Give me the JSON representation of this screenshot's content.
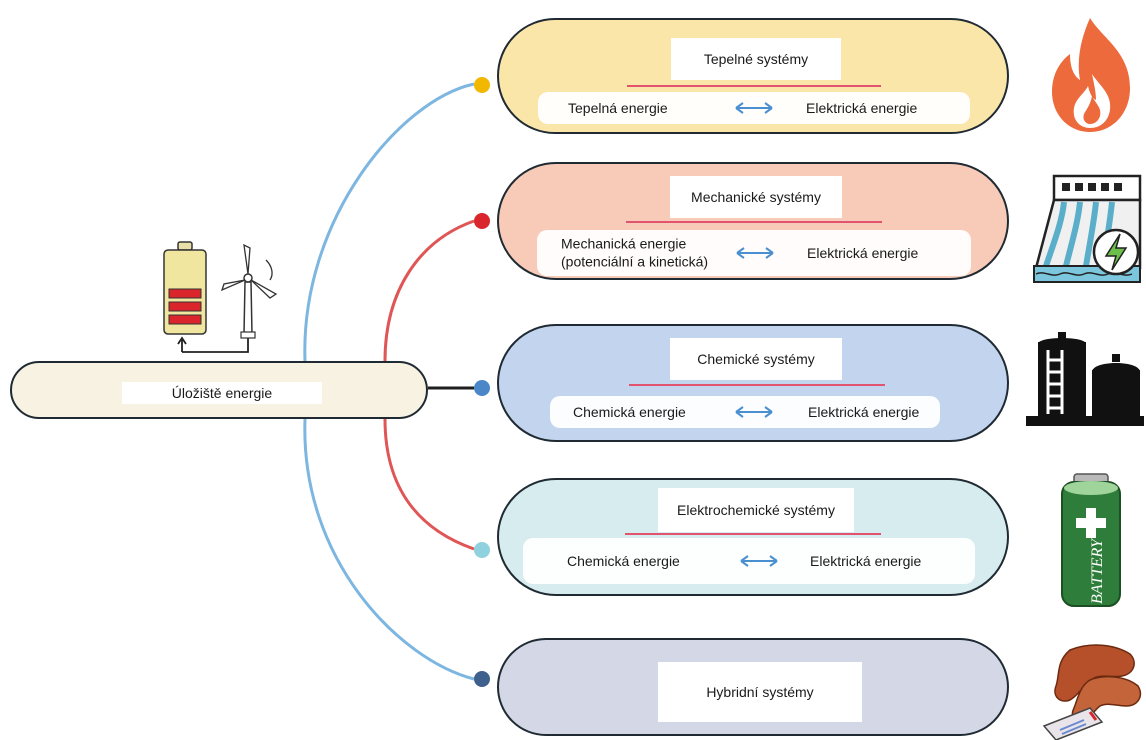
{
  "root": {
    "label": "Úložiště energie"
  },
  "systems": [
    {
      "title": "Tepelné systémy",
      "fill": "#fbe6aa",
      "dot_color": "#f2b800",
      "connector_color": "#7db6e0",
      "row": {
        "left": "Tepelná energie",
        "right": "Elektrická energie"
      },
      "icon": "flame-icon"
    },
    {
      "title": "Mechanické systémy",
      "fill": "#f8cbb8",
      "dot_color": "#d9252b",
      "connector_color": "#e05555",
      "row": {
        "left": "Mechanická energie\n(potenciální a kinetická)",
        "right": "Elektrická energie"
      },
      "icon": "hydro-dam-icon"
    },
    {
      "title": "Chemické systémy",
      "fill": "#c3d4ef",
      "dot_color": "#4a86c8",
      "connector_color": "#1f1f1f",
      "row": {
        "left": "Chemická energie",
        "right": "Elektrická energie"
      },
      "icon": "storage-tanks-icon"
    },
    {
      "title": "Elektrochemické systémy",
      "fill": "#d7ecee",
      "dot_color": "#8fd1de",
      "connector_color": "#e05555",
      "row": {
        "left": "Chemická energie",
        "right": "Elektrická energie"
      },
      "icon": "battery-icon"
    },
    {
      "title": "Hybridní systémy",
      "fill": "#d3d7e6",
      "dot_color": "#3f5f8c",
      "connector_color": "#7db6e0",
      "icon": "hybrid-hands-icon"
    }
  ],
  "colors": {
    "outline": "#1f2a33",
    "separator": "#e2536f",
    "arrow": "#4a8fd0",
    "root_fill": "#f7f2e1"
  },
  "decor": {
    "battery_label": "BATTERY",
    "root_illustration": "battery-and-wind-turbine-icon"
  }
}
